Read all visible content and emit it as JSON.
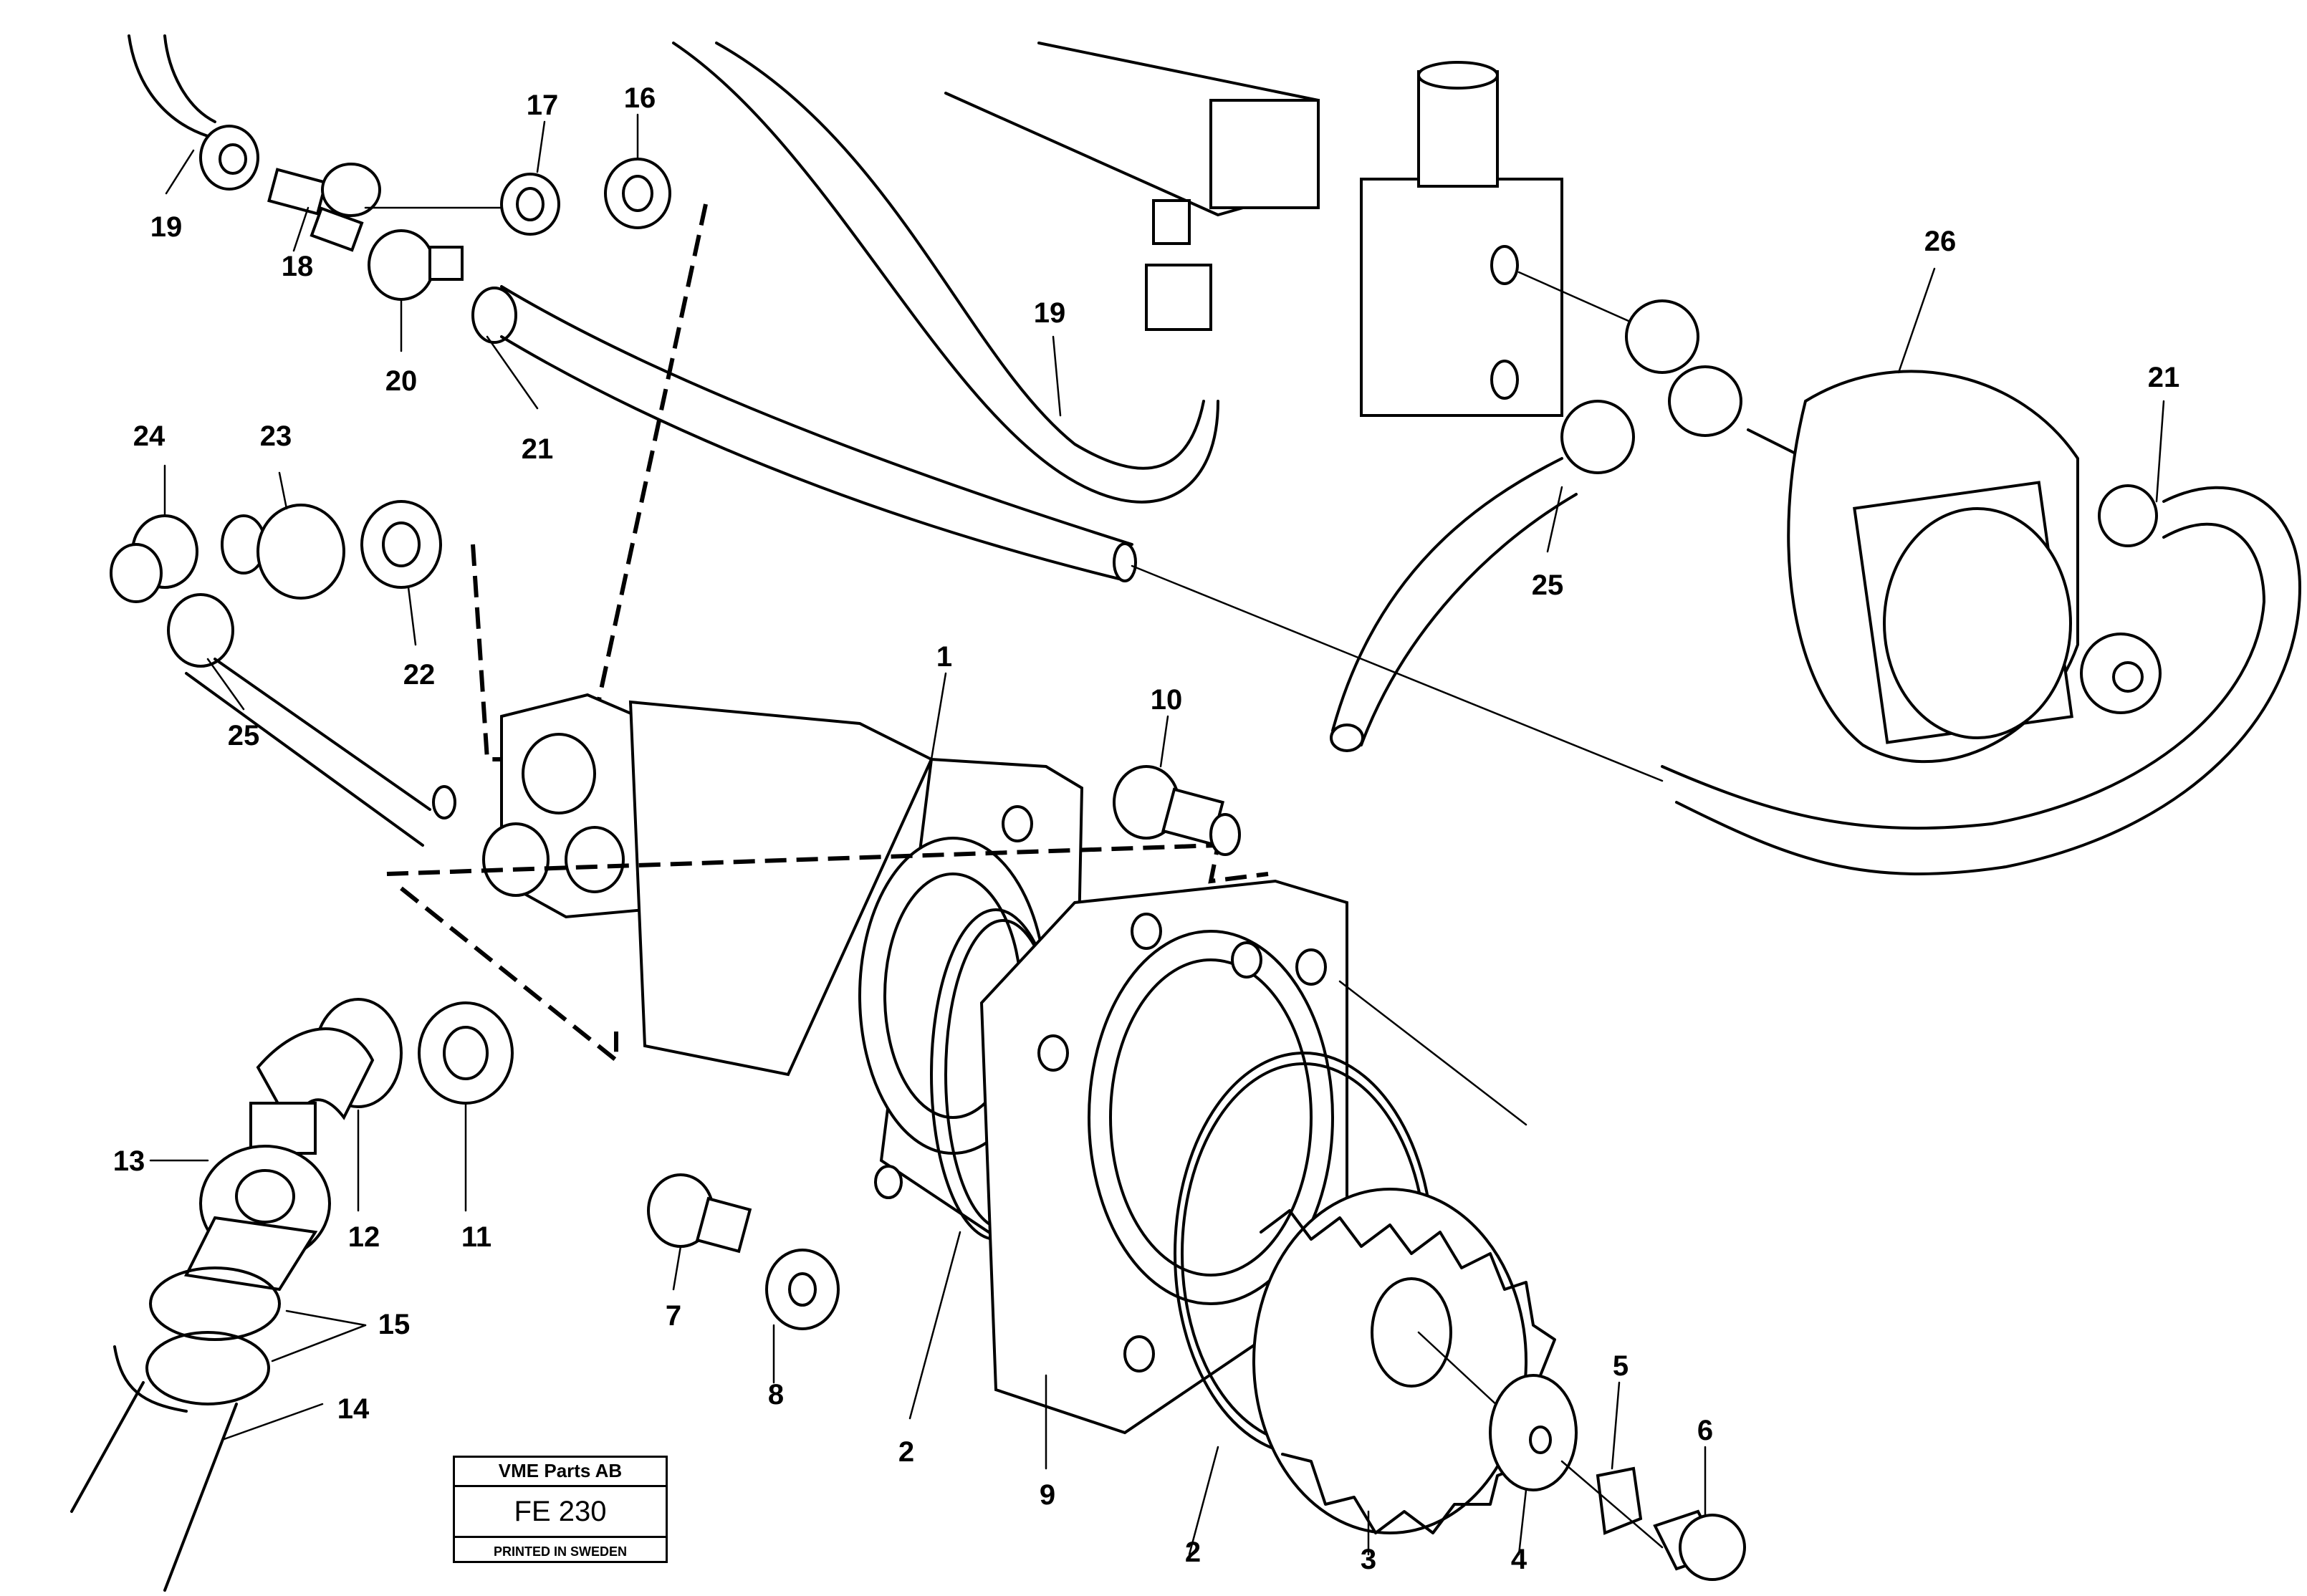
{
  "title_block": {
    "company": "VME Parts AB",
    "drawing_code": "FE 230",
    "printed": "PRINTED IN SWEDEN"
  },
  "part_labels": [
    "1",
    "2",
    "3",
    "4",
    "5",
    "6",
    "7",
    "8",
    "9",
    "10",
    "11",
    "12",
    "13",
    "14",
    "15",
    "16",
    "17",
    "18",
    "19",
    "20",
    "21",
    "22",
    "23",
    "24",
    "25",
    "26"
  ],
  "callouts": [
    {
      "id": "label-19-left",
      "text": "19"
    },
    {
      "id": "label-18",
      "text": "18"
    },
    {
      "id": "label-20",
      "text": "20"
    },
    {
      "id": "label-21-left",
      "text": "21"
    },
    {
      "id": "label-17",
      "text": "17"
    },
    {
      "id": "label-16",
      "text": "16"
    },
    {
      "id": "label-19-mid",
      "text": "19"
    },
    {
      "id": "label-24",
      "text": "24"
    },
    {
      "id": "label-23",
      "text": "23"
    },
    {
      "id": "label-22",
      "text": "22"
    },
    {
      "id": "label-25-left",
      "text": "25"
    },
    {
      "id": "label-26",
      "text": "26"
    },
    {
      "id": "label-21-right",
      "text": "21"
    },
    {
      "id": "label-25-right",
      "text": "25"
    },
    {
      "id": "label-1",
      "text": "1"
    },
    {
      "id": "label-10",
      "text": "10"
    },
    {
      "id": "label-13",
      "text": "13"
    },
    {
      "id": "label-12",
      "text": "12"
    },
    {
      "id": "label-11",
      "text": "11"
    },
    {
      "id": "label-15",
      "text": "15"
    },
    {
      "id": "label-14",
      "text": "14"
    },
    {
      "id": "label-7",
      "text": "7"
    },
    {
      "id": "label-8",
      "text": "8"
    },
    {
      "id": "label-2-left",
      "text": "2"
    },
    {
      "id": "label-9",
      "text": "9"
    },
    {
      "id": "label-2-right",
      "text": "2"
    },
    {
      "id": "label-3",
      "text": "3"
    },
    {
      "id": "label-4",
      "text": "4"
    },
    {
      "id": "label-5",
      "text": "5"
    },
    {
      "id": "label-6",
      "text": "6"
    }
  ]
}
